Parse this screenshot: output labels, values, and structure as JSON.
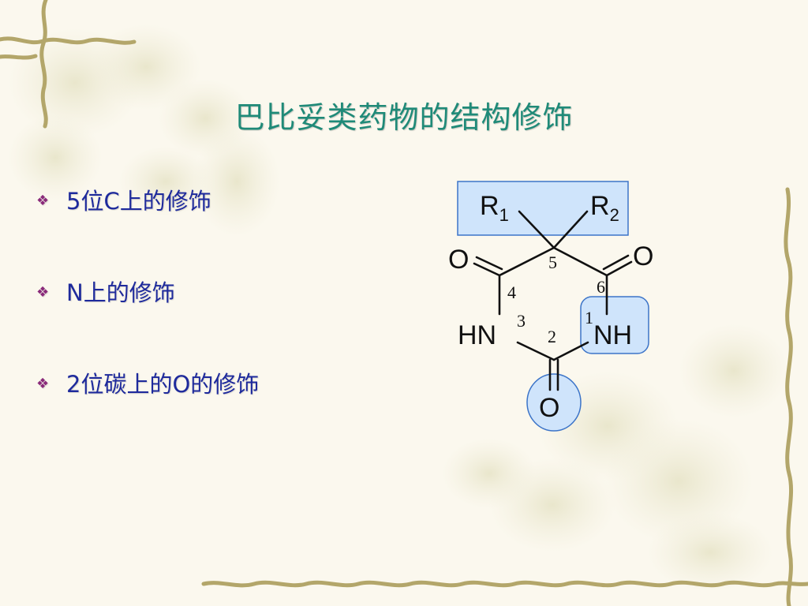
{
  "slide": {
    "title": "巴比妥类药物的结构修饰",
    "bullets": [
      "5位C上的修饰",
      "N上的修饰",
      "2位碳上的O的修饰"
    ]
  },
  "structure": {
    "substituents": {
      "r1": "R",
      "r1_sub": "1",
      "r2": "R",
      "r2_sub": "2"
    },
    "atoms": {
      "o_left": "O",
      "o_right": "O",
      "o_bottom": "O",
      "hn_left": "HN",
      "nh_right": "NH"
    },
    "positions": {
      "p1": "1",
      "p2": "2",
      "p3": "3",
      "p4": "4",
      "p5": "5",
      "p6": "6"
    },
    "highlight_fill": "#cfe4fb",
    "highlight_stroke": "#3c74c8"
  },
  "colors": {
    "title": "#1f8a78",
    "bullet_text": "#1e2a9c",
    "bullet_mark": "#8a2a7a",
    "background": "#fbf8ee"
  },
  "icons": {
    "bullet": "diamond-cluster-icon"
  }
}
